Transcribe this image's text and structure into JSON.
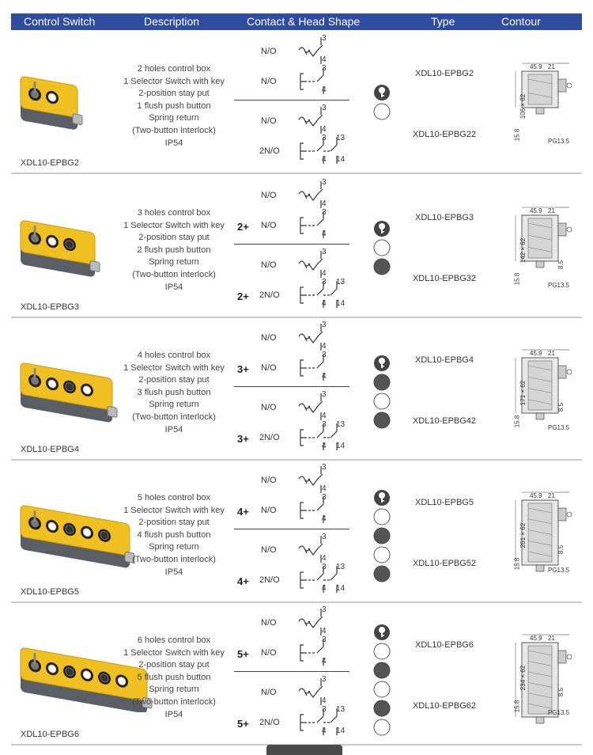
{
  "header": {
    "col_control_switch": "Control Switch",
    "col_description": "Description",
    "col_contact_head": "Contact & Head Shape",
    "col_type": "Type",
    "col_contour": "Contour"
  },
  "labels": {
    "no": "N/O",
    "two_no": "2N/O",
    "t3": "3",
    "t4": "4",
    "t13": "13",
    "t14": "14"
  },
  "rows": [
    {
      "product": "XDL10-EPBG2",
      "holes": 2,
      "desc": [
        "2 holes control box",
        "1 Selector Switch with key",
        "2-position stay put",
        "1 flush push button",
        "Spring return",
        "(Two-button interlock)",
        "IP54"
      ],
      "plus": "",
      "type1": "XDL10-EPBG2",
      "type2": "XDL10-EPBG22",
      "heads": [
        "key",
        "white"
      ],
      "contour": {
        "w1": "45.9",
        "w2": "21",
        "dim": "106 × 62",
        "base": "15.8",
        "pg": "PG13.5",
        "side": ""
      }
    },
    {
      "product": "XDL10-EPBG3",
      "holes": 3,
      "desc": [
        "3 holes control box",
        "1 Selector Switch with key",
        "2-position stay put",
        "2 flush push button",
        "Spring return",
        "(Two-button interlock)",
        "IP54"
      ],
      "plus": "2+",
      "type1": "XDL10-EPBG3",
      "type2": "XDL10-EPBG32",
      "heads": [
        "key",
        "white",
        "dark"
      ],
      "contour": {
        "w1": "45.9",
        "w2": "21",
        "dim": "142 × 62",
        "base": "15.8",
        "pg": "PG13.5",
        "side": "8.5"
      }
    },
    {
      "product": "XDL10-EPBG4",
      "holes": 4,
      "desc": [
        "4 holes control box",
        "1 Selector Switch with key",
        "2-position stay put",
        "3 flush push button",
        "Spring return",
        "(Two-button interlock)",
        "IP54"
      ],
      "plus": "3+",
      "type1": "XDL10-EPBG4",
      "type2": "XDL10-EPBG42",
      "heads": [
        "key",
        "dark",
        "white",
        "dark"
      ],
      "contour": {
        "w1": "45.9",
        "w2": "21",
        "dim": "171 × 62",
        "base": "15.8",
        "pg": "PG13.5",
        "side": "8.5"
      }
    },
    {
      "product": "XDL10-EPBG5",
      "holes": 5,
      "desc": [
        "5 holes control box",
        "1 Selector Switch with key",
        "2-position stay put",
        "4 flush push button",
        "Spring return",
        "(Two-button interlock)",
        "IP54"
      ],
      "plus": "4+",
      "type1": "XDL10-EPBG5",
      "type2": "XDL10-EPBG52",
      "heads": [
        "key",
        "white",
        "dark",
        "white",
        "dark"
      ],
      "contour": {
        "w1": "45.9",
        "w2": "21",
        "dim": "201 × 62",
        "base": "15.8",
        "pg": "PG13.5",
        "side": "8.5"
      }
    },
    {
      "product": "XDL10-EPBG6",
      "holes": 6,
      "desc": [
        "6 holes control box",
        "1 Selector Switch with key",
        "2-position stay put",
        "5 flush push button",
        "Spring return",
        "(Two-button interlock)",
        "IP54"
      ],
      "plus": "5+",
      "type1": "XDL10-EPBG6",
      "type2": "XDL10-EPBG62",
      "heads": [
        "key",
        "white",
        "dark",
        "white",
        "dark",
        "white"
      ],
      "contour": {
        "w1": "45.9",
        "w2": "21",
        "dim": "234 × 62",
        "base": "15.8",
        "pg": "PG13.5",
        "side": "8.5"
      }
    }
  ],
  "colors": {
    "header_bg": "#2e4da0",
    "box_yellow": "#f0c020",
    "box_grey": "#5a5f66",
    "head_dark": "#555555"
  }
}
